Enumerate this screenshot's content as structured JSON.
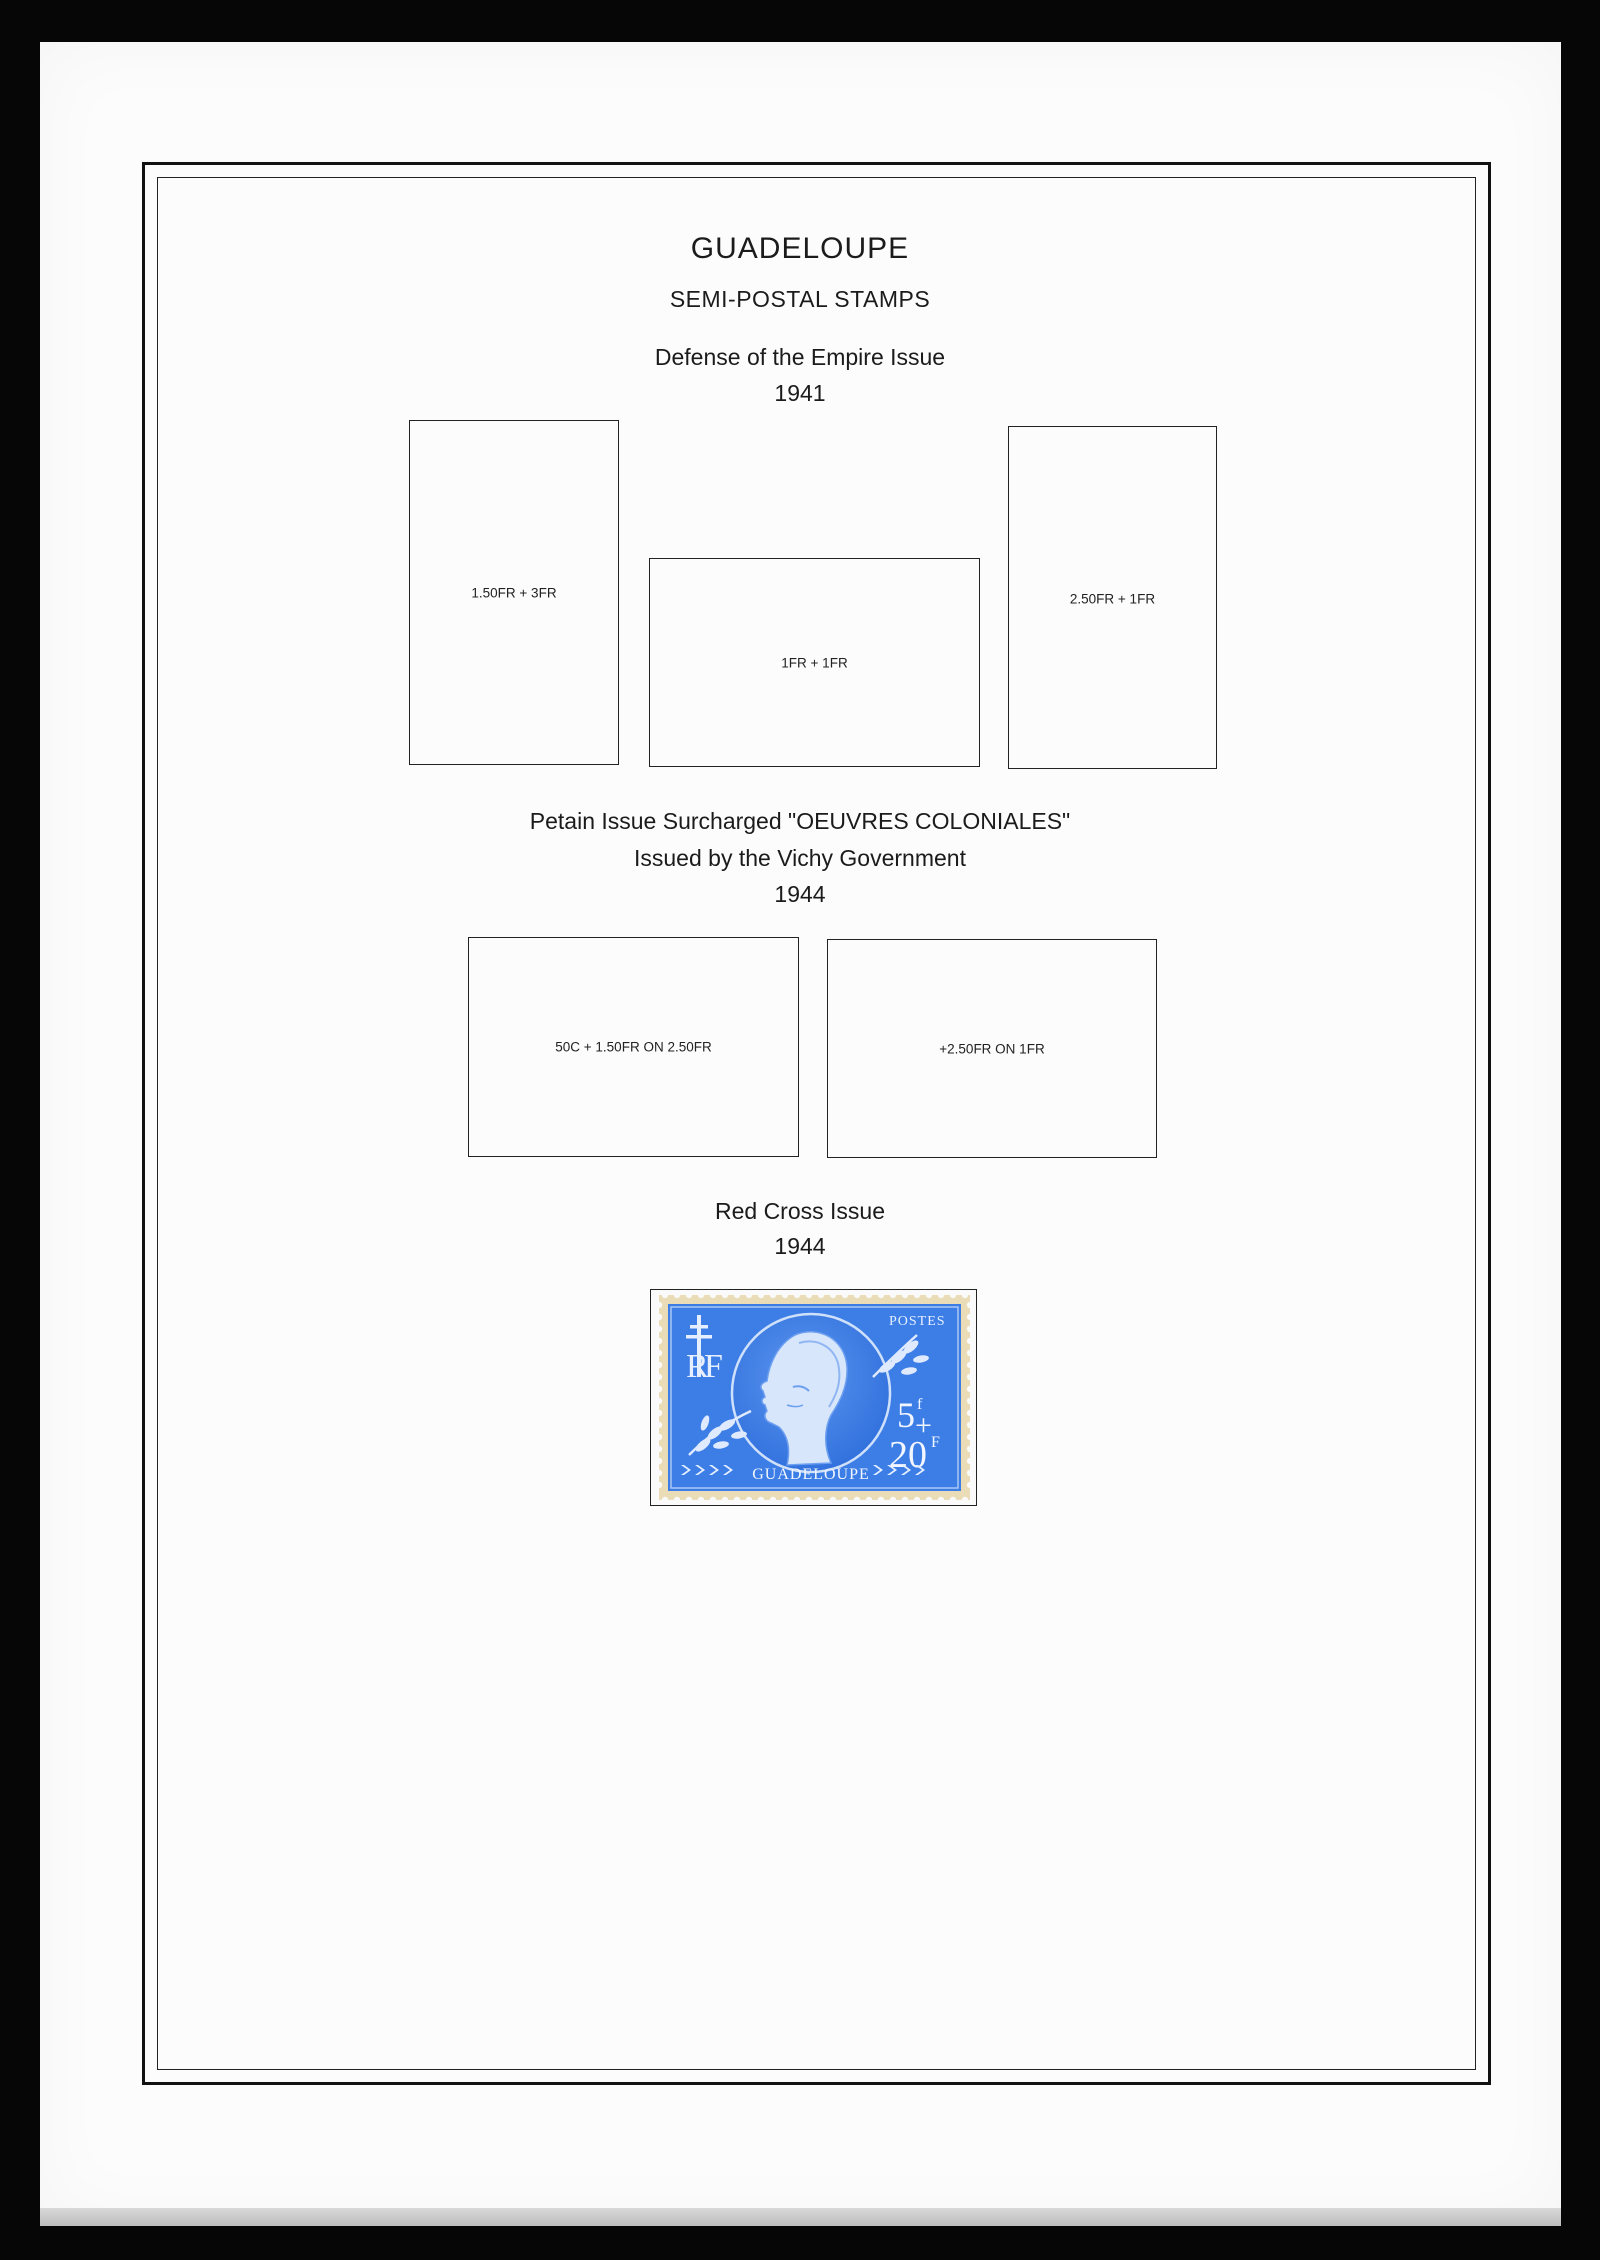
{
  "header": {
    "country": "GUADELOUPE",
    "category": "SEMI-POSTAL STAMPS"
  },
  "sections": [
    {
      "title": "Defense of the Empire Issue",
      "year": "1941",
      "spaces": [
        {
          "label": "1.50FR + 3FR"
        },
        {
          "label": "1FR + 1FR"
        },
        {
          "label": "2.50FR + 1FR"
        }
      ]
    },
    {
      "title": "Petain Issue Surcharged \"OEUVRES COLONIALES\"",
      "subtitle": "Issued by the Vichy Government",
      "year": "1944",
      "spaces": [
        {
          "label": "50C + 1.50FR ON 2.50FR"
        },
        {
          "label": "+2.50FR ON 1FR"
        }
      ]
    },
    {
      "title": "Red Cross Issue",
      "year": "1944",
      "stamp": {
        "postes": "POSTES",
        "country": "GUADELOUPE",
        "value_top": "5",
        "value_top_unit": "f",
        "plus": "+",
        "value_bottom": "20",
        "value_bottom_unit": "F",
        "rf_left": "R",
        "rf_right": "F",
        "color": "#3d7ee6"
      }
    }
  ],
  "colors": {
    "page": "#fcfcfc",
    "ink": "#1b1b1b",
    "background": "#060606",
    "stamp_blue": "#3d7ee6",
    "stamp_perf": "#e9d9b0"
  }
}
